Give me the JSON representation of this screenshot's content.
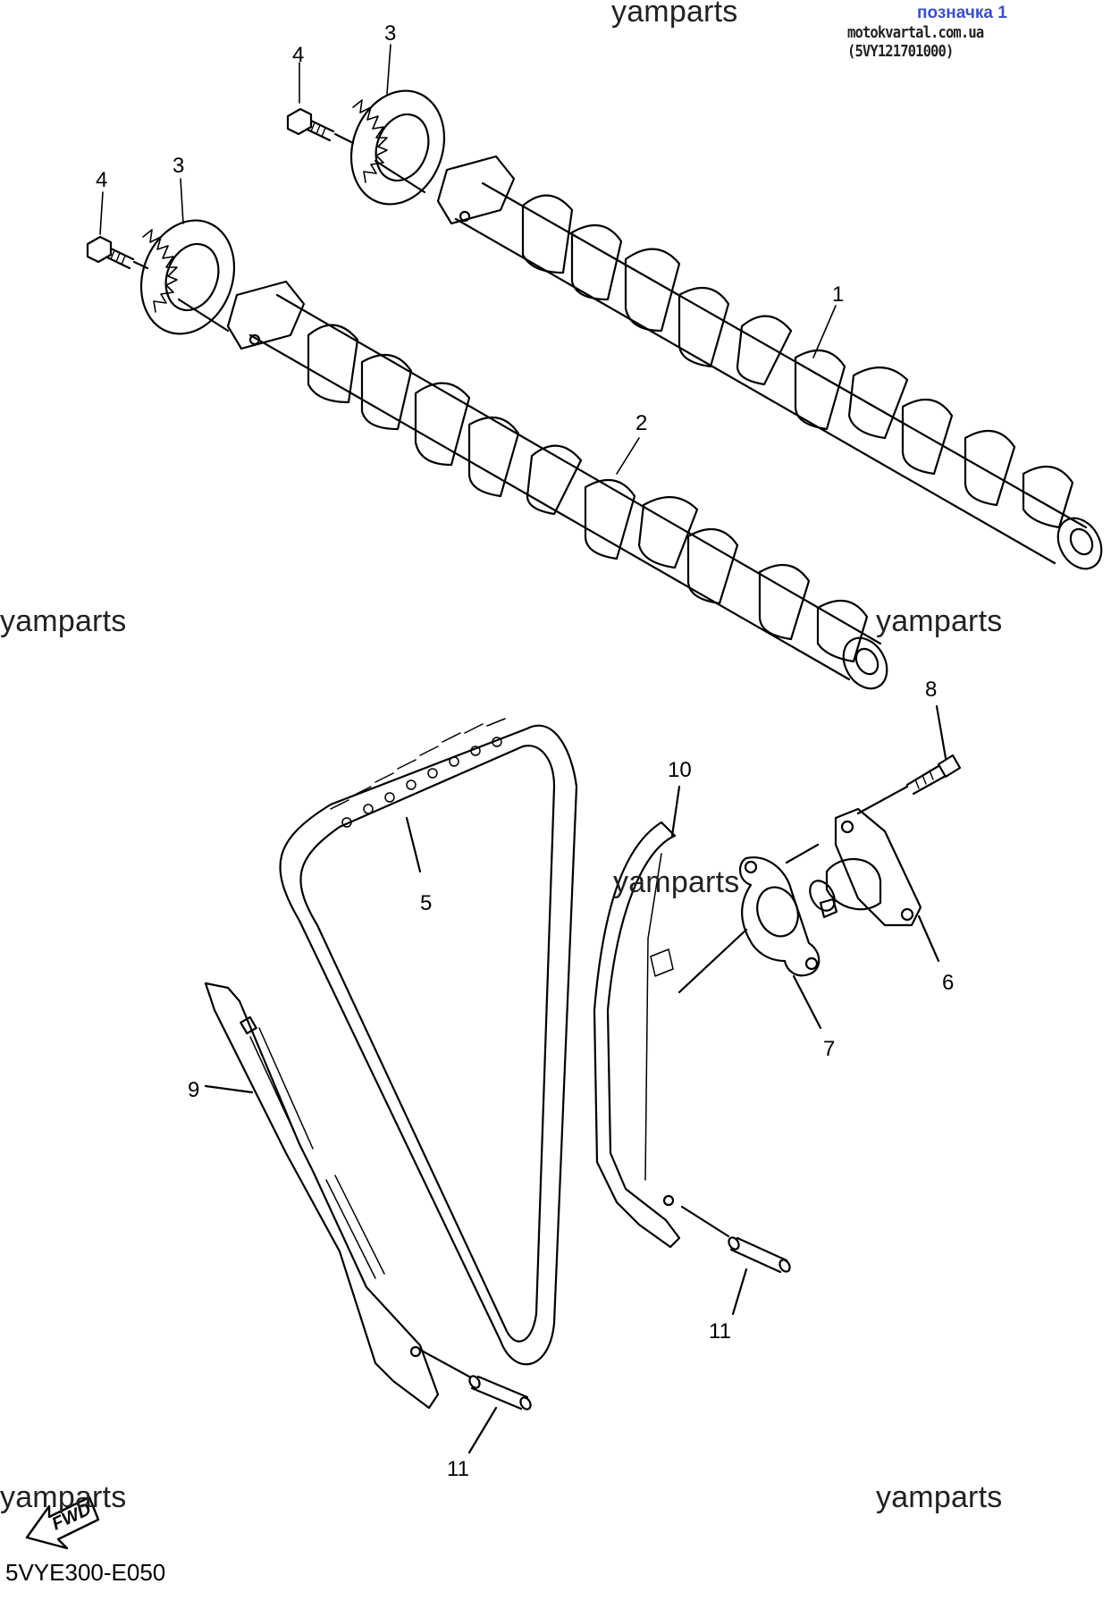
{
  "header": {
    "badge": "позначка 1",
    "site": "motokvartal.com.ua (5VY121701000)"
  },
  "watermarks": [
    "yamparts",
    "yamparts",
    "yamparts",
    "yamparts",
    "yamparts",
    "yamparts"
  ],
  "part_labels": {
    "camshaft_1": "1",
    "camshaft_2": "2",
    "sprocket_upper": "3",
    "sprocket_lower": "3",
    "bolt_upper": "4",
    "bolt_lower": "4",
    "timing_chain": "5",
    "tensioner": "6",
    "gasket": "7",
    "tensioner_bolt": "8",
    "guide_exhaust": "9",
    "guide_intake": "10",
    "pin_right": "11",
    "pin_left": "11"
  },
  "fwd": {
    "label": "FWD"
  },
  "diagram_code": "5VYE300-E050",
  "colors": {
    "line": "#000000",
    "badge": "#3d50c8",
    "background": "#ffffff"
  }
}
